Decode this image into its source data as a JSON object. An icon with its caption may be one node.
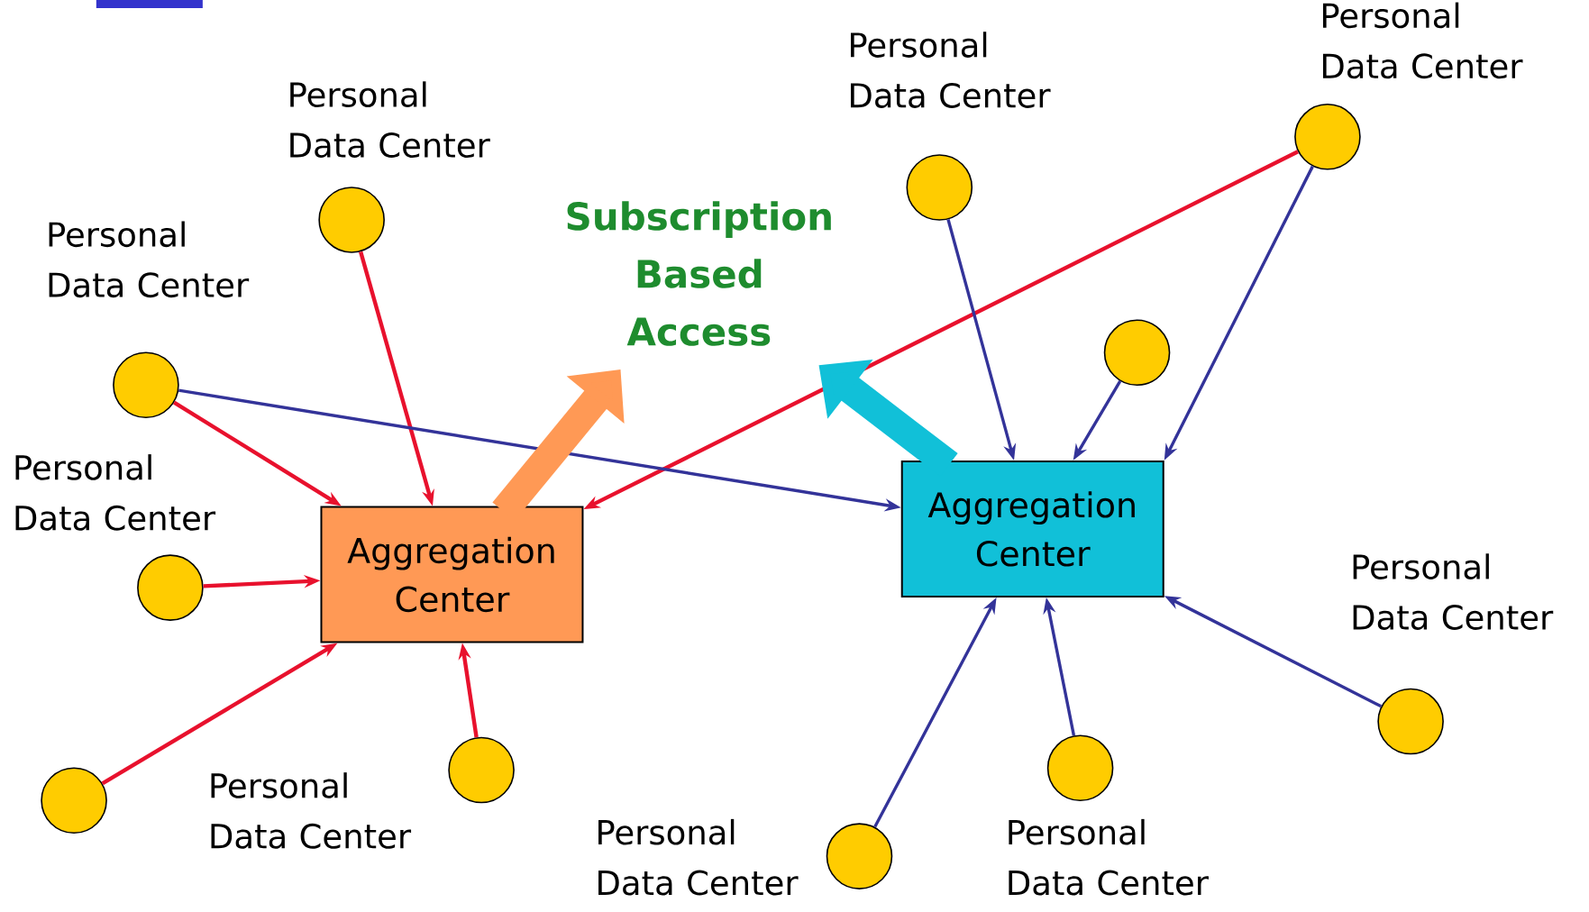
{
  "diagram": {
    "nodes": [
      {
        "text": [
          "Aggregation Center"
        ]
      },
      {
        "text": [
          "Aggregation Center"
        ]
      },
      {
        "text": [
          "Subscription Based Access"
        ]
      },
      {
        "text": [],
        "shape": "circle",
        "beside": [
          "Personal Data Center"
        ]
      },
      {
        "text": [],
        "shape": "circle",
        "beside": [
          "Personal Data Center"
        ]
      },
      {
        "text": [],
        "shape": "circle",
        "beside": [
          "Personal Data Center"
        ]
      },
      {
        "text": [],
        "shape": "circle"
      },
      {
        "text": [],
        "shape": "circle",
        "beside": [
          "Personal Data Center"
        ]
      },
      {
        "text": [],
        "shape": "circle",
        "beside": [
          "Personal Data Center"
        ]
      },
      {
        "text": [],
        "shape": "circle",
        "beside": [
          "Personal Data Center"
        ]
      },
      {
        "text": [],
        "shape": "circle",
        "beside": [
          "Personal Data Center"
        ]
      },
      {
        "text": [],
        "shape": "circle"
      },
      {
        "text": [],
        "shape": "circle",
        "beside": [
          "Personal Data Center"
        ]
      },
      {
        "text": [],
        "shape": "circle",
        "beside": [
          "Personal Data Center"
        ]
      }
    ],
    "edges": [
      {
        "from": 3,
        "to": 0,
        "arrow": "to",
        "color": "#e8112d"
      },
      {
        "from": 4,
        "to": 0,
        "arrow": "to",
        "color": "#e8112d"
      },
      {
        "from": 5,
        "to": 0,
        "arrow": "to",
        "color": "#e8112d"
      },
      {
        "from": 6,
        "to": 0,
        "arrow": "to",
        "color": "#e8112d"
      },
      {
        "from": 7,
        "to": 0,
        "arrow": "to",
        "color": "#e8112d"
      },
      {
        "from": 13,
        "to": 0,
        "arrow": "to",
        "color": "#e8112d"
      },
      {
        "from": 4,
        "to": 1,
        "arrow": "to"
      },
      {
        "from": 12,
        "to": 1,
        "arrow": "to"
      },
      {
        "from": 11,
        "to": 1,
        "arrow": "to"
      },
      {
        "from": 13,
        "to": 1,
        "arrow": "to"
      },
      {
        "from": 10,
        "to": 1,
        "arrow": "to"
      },
      {
        "from": 9,
        "to": 1,
        "arrow": "to"
      },
      {
        "from": 8,
        "to": 1,
        "arrow": "to"
      },
      {
        "from": 0,
        "to": 2,
        "arrow": "to",
        "style": "thick",
        "color": "#ff9955"
      },
      {
        "from": 1,
        "to": 2,
        "arrow": "to",
        "style": "thick",
        "color": "#11c0d8"
      }
    ]
  }
}
